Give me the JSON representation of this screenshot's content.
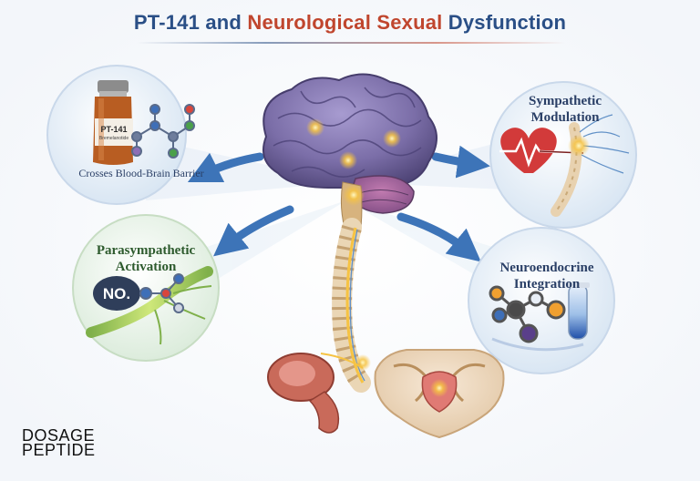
{
  "title": {
    "part1": "PT-141 and ",
    "part2": "Neurological Sexual",
    "part3": " Dysfunction"
  },
  "circles": {
    "bbb": {
      "label": "Crosses Blood-Brain Barrier",
      "vial_label": "PT-141",
      "vial_sublabel": "Bremelanotide"
    },
    "sympathetic": {
      "line1": "Sympathetic",
      "line2": "Modulation"
    },
    "parasympathetic": {
      "line1": "Parasympathetic",
      "line2": "Activation",
      "molecule_label": "NO."
    },
    "neuroendocrine": {
      "line1": "Neuroendocrine",
      "line2": "Integration"
    }
  },
  "logo": {
    "line1": "DOSAGE",
    "line2": "PEPTIDE"
  },
  "colors": {
    "title_blue": "#2a4f86",
    "title_red": "#c0462e",
    "arrow_blue": "#3d74b8",
    "brain": "#7b6ea8",
    "nerve_glow": "#f6c343"
  }
}
